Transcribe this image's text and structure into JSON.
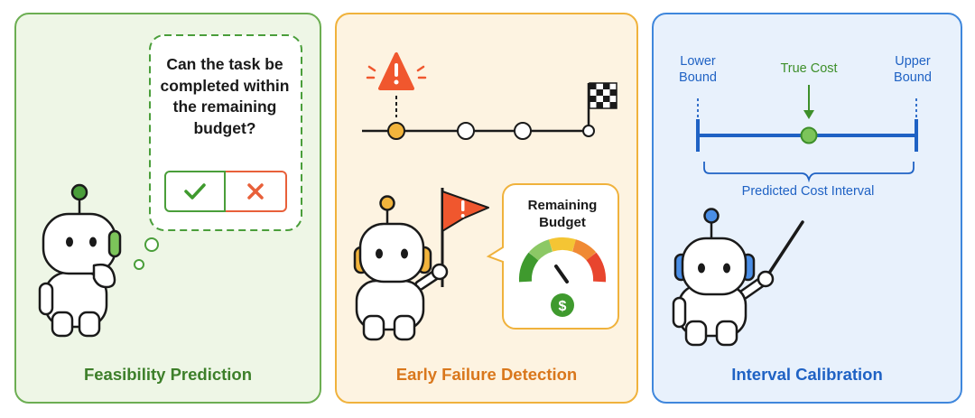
{
  "panels": {
    "feasibility": {
      "title": "Feasibility Prediction",
      "question": "Can the task be completed within the remaining budget?",
      "accent": "#6cae52",
      "yes_icon": "check-icon",
      "no_icon": "cross-icon"
    },
    "early_failure": {
      "title": "Early Failure Detection",
      "gauge_title": "Remaining Budget",
      "accent": "#f0b23c",
      "icons": [
        "warning-icon",
        "checkered-flag-icon",
        "red-flag-icon",
        "dollar-icon"
      ]
    },
    "interval": {
      "title": "Interval Calibration",
      "lower_label": "Lower Bound",
      "true_label": "True Cost",
      "upper_label": "Upper Bound",
      "interval_label": "Predicted Cost Interval",
      "accent": "#3f87dc"
    }
  }
}
